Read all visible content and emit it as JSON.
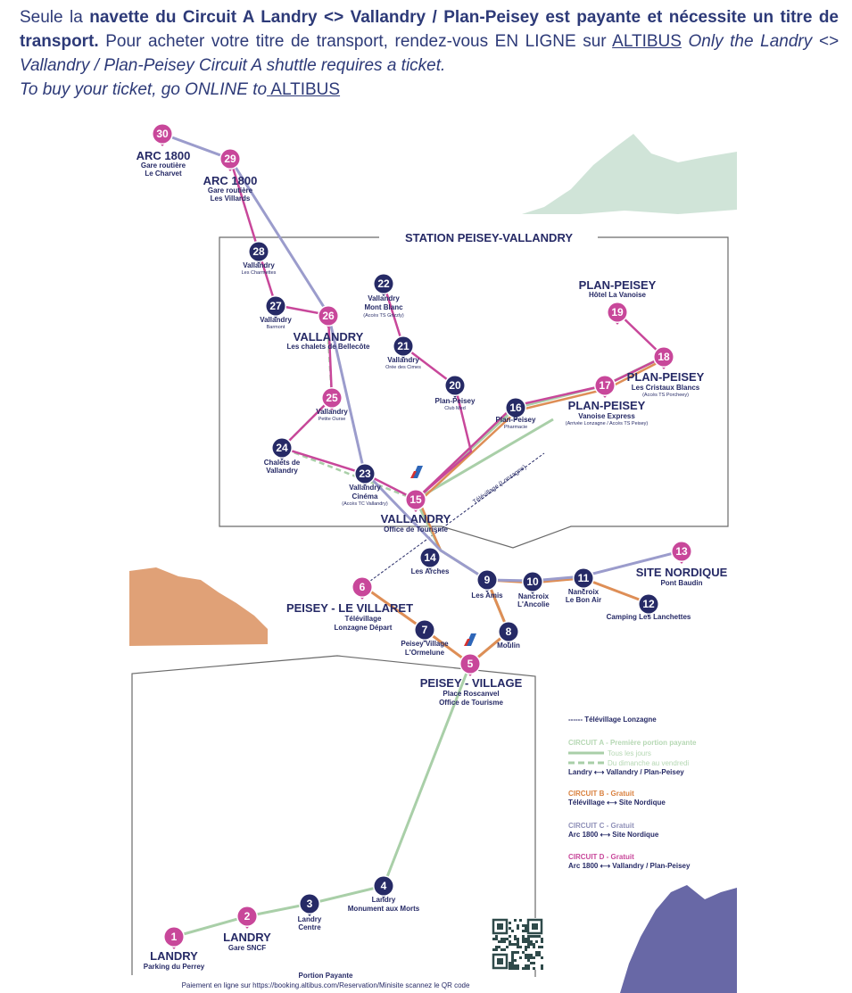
{
  "intro": {
    "p1": "Seule la ",
    "p2_bold": "navette du Circuit A Landry <> Vallandry / Plan-Peisey est payante et nécessite un titre de transport.",
    "p3": " Pour acheter votre titre de transport, rendez-vous EN LIGNE sur ",
    "link1": "ALTIBUS",
    "p4_italic": " Only the Landry <> Vallandry / Plan-Peisey Circuit A shuttle requires a ticket.",
    "p5_italic": "To buy your ticket, go ONLINE to",
    "link2": " ALTIBUS"
  },
  "colors": {
    "navy": "#262a66",
    "magenta": "#c8479a",
    "circuitA": "#a9cfa8",
    "circuitB": "#de8e56",
    "circuitC": "#9b9ccc",
    "circuitD": "#c8479a",
    "legendA": "#b6d8b4",
    "legendB": "#d9803e",
    "legendC": "#8f90b8",
    "legendD": "#c8479a"
  },
  "station_box_title": "STATION PEISEY-VALLANDRY",
  "stops": {
    "s1": {
      "num": "1",
      "name": "LANDRY",
      "sub": "Parking du Perrey"
    },
    "s2": {
      "num": "2",
      "name": "LANDRY",
      "sub": "Gare SNCF"
    },
    "s3": {
      "num": "3",
      "l1": "Landry",
      "l2": "Centre"
    },
    "s4": {
      "num": "4",
      "l1": "Landry",
      "l2": "Monument aux Morts"
    },
    "s5": {
      "num": "5",
      "name": "PEISEY - VILLAGE",
      "sub1": "Place Roscanvel",
      "sub2": "Office de Tourisme"
    },
    "s6": {
      "num": "6",
      "name": "PEISEY - LE VILLARET",
      "sub1": "Télévillage",
      "sub2": "Lonzagne Départ"
    },
    "s7": {
      "num": "7",
      "l1": "Peisey Village",
      "l2": "L'Ormelune"
    },
    "s8": {
      "num": "8",
      "l1": "Moulin"
    },
    "s9": {
      "num": "9",
      "l1": "Les Amis"
    },
    "s10": {
      "num": "10",
      "l1": "Nancroix",
      "l2": "L'Ancolie"
    },
    "s11": {
      "num": "11",
      "l1": "Nancroix",
      "l2": "Le Bon Air"
    },
    "s12": {
      "num": "12",
      "l1": "Camping Les Lanchettes"
    },
    "s13": {
      "num": "13",
      "name": "SITE NORDIQUE",
      "sub": "Pont Baudin"
    },
    "s14": {
      "num": "14",
      "l1": "Les Arches"
    },
    "s15": {
      "num": "15",
      "name": "VALLANDRY",
      "sub": "Office de Tourisme"
    },
    "s16": {
      "num": "16",
      "l1": "Plan-Peisey",
      "l2": "Pharmacie"
    },
    "s17": {
      "num": "17",
      "name": "PLAN-PEISEY",
      "sub": "Vanoise Express",
      "xs": "(Arrivée Lonzagne / Accès TS Peisey)"
    },
    "s18": {
      "num": "18",
      "name": "PLAN-PEISEY",
      "sub": "Les Cristaux Blancs",
      "xs": "(Accès TS Porcheey)"
    },
    "s19": {
      "num": "19",
      "name": "PLAN-PEISEY",
      "sub": "Hôtel La Vanoise"
    },
    "s20": {
      "num": "20",
      "l1": "Plan-Peisey",
      "l2": "Club Med"
    },
    "s21": {
      "num": "21",
      "l1": "Vallandry",
      "l2": "Orée des Cimes"
    },
    "s22": {
      "num": "22",
      "l1": "Vallandry",
      "l2": "Mont Blanc",
      "xs": "(Accès TS Grizzly)"
    },
    "s23": {
      "num": "23",
      "l1": "Vallandry",
      "l2": "Cinéma",
      "xs": "(Accès TC Vallandry)"
    },
    "s24": {
      "num": "24",
      "l1": "Chalets de",
      "l2": "Vallandry"
    },
    "s25": {
      "num": "25",
      "l1": "Vallandry",
      "l2": "Petite Ourse"
    },
    "s26": {
      "num": "26",
      "name": "VALLANDRY",
      "sub": "Les chalets de Bellecôte"
    },
    "s27": {
      "num": "27",
      "l1": "Vallandry",
      "l2": "Barmont"
    },
    "s28": {
      "num": "28",
      "l1": "Vallandry",
      "l2": "Les Charmettes"
    },
    "s29": {
      "num": "29",
      "name": "ARC 1800",
      "sub1": "Gare routière",
      "sub2": "Les Villards"
    },
    "s30": {
      "num": "30",
      "name": "ARC 1800",
      "sub1": "Gare routière",
      "sub2": "Le Charvet"
    }
  },
  "televillage_label": "Télévillage (Lonzagne)",
  "legend": {
    "televillage": "------ Télévillage Lonzagne",
    "a_title": "CIRCUIT A - Première portion payante",
    "a_daily": "Tous les jours",
    "a_weekdays": "Du dimanche au vendredi",
    "a_route": "Landry ⟷ Vallandry / Plan-Peisey",
    "b_title": "CIRCUIT B - Gratuit",
    "b_route": "Télévillage ⟷ Site Nordique",
    "c_title": "CIRCUIT C - Gratuit",
    "c_route": "Arc 1800 ⟷ Site Nordique",
    "d_title": "CIRCUIT D - Gratuit",
    "d_route": "Arc 1800 ⟷ Vallandry / Plan-Peisey"
  },
  "footer": {
    "portion": "Portion Payante",
    "payment": "Paiement en ligne sur https://booking.altibus.com/Reservation/Minisite scannez le QR code"
  }
}
